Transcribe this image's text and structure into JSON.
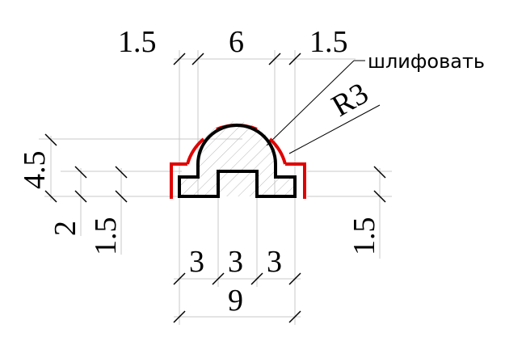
{
  "dimensions": {
    "top_left": "1.5",
    "top_middle": "6",
    "top_right": "1.5",
    "left_height": "4.5",
    "left_step": "2",
    "left_base": "1.5",
    "right_base": "1.5",
    "bottom_part_1": "3",
    "bottom_part_2": "3",
    "bottom_part_3": "3",
    "bottom_total": "9",
    "radius": "R3"
  },
  "annotation": {
    "label": "шлифовать"
  },
  "colors": {
    "part_outline": "#000000",
    "grinding_allowance": "#e00000",
    "construction_lines": "#c8c8c8",
    "hatch": "#b0b0b0"
  }
}
